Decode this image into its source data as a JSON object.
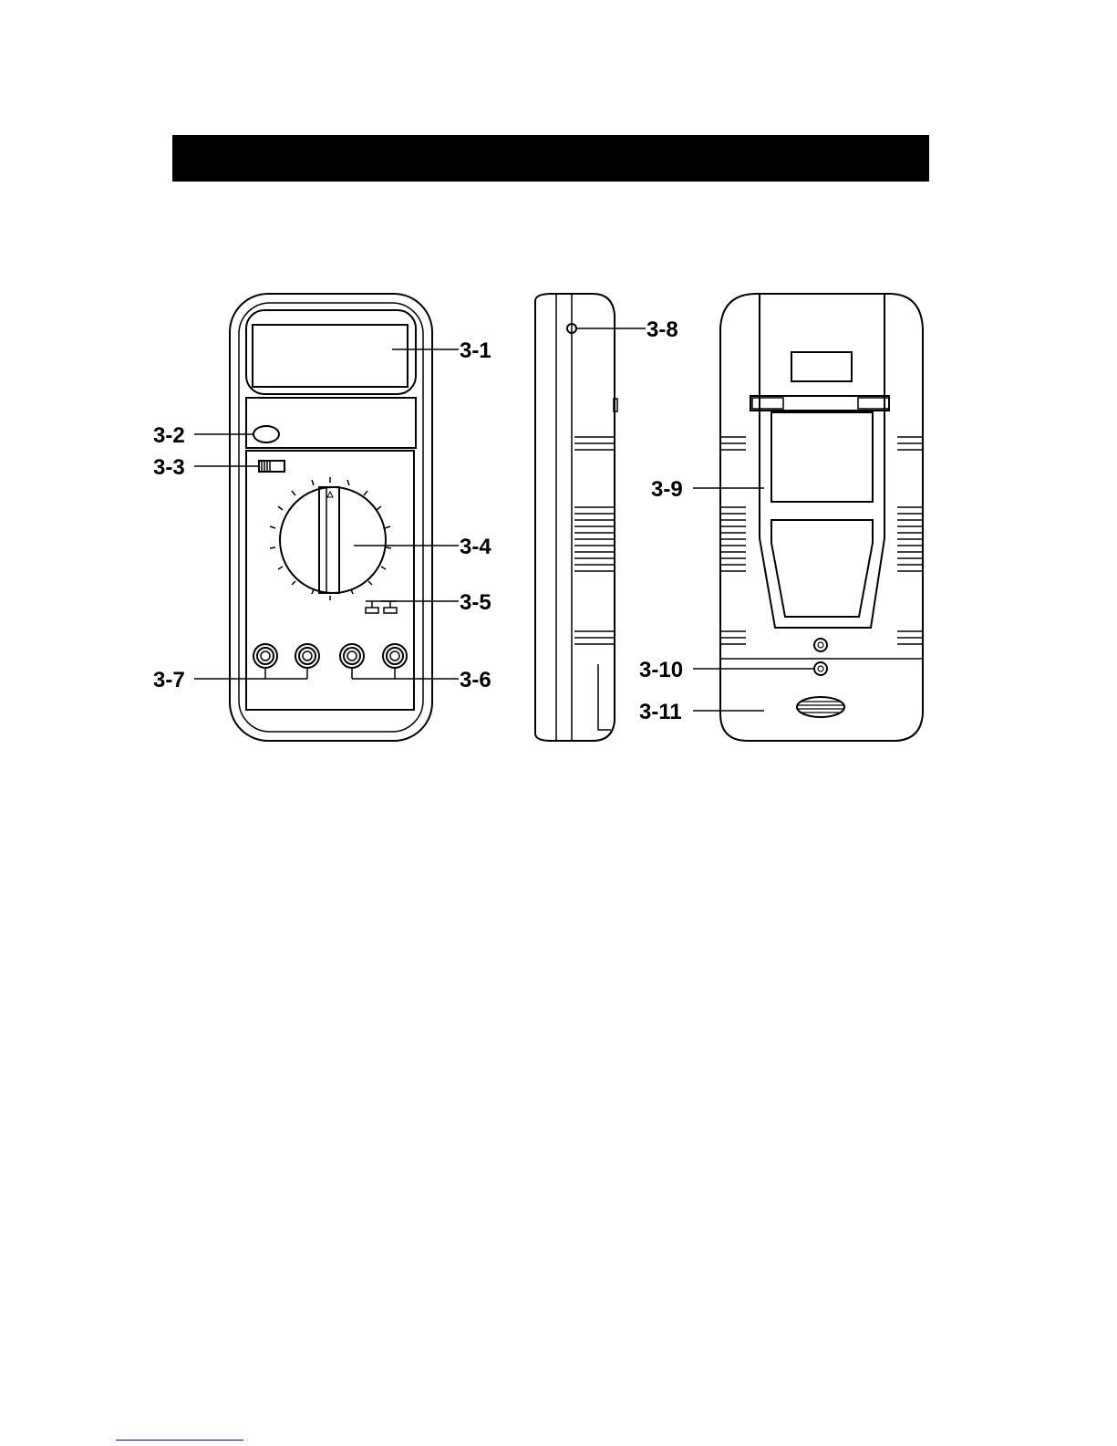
{
  "colors": {
    "ink": "#000000",
    "paper": "#ffffff",
    "footer_link": "#0000ff"
  },
  "front_view": {
    "icons": {
      "dial_mark": "delta-triangle-icon"
    },
    "callouts": {
      "display": "3-1",
      "button": "3-2",
      "slide_switch": "3-3",
      "rotary_switch": "3-4",
      "capacitor_socket": "3-5",
      "input_terminals_right": "3-6",
      "input_terminals_left": "3-7"
    }
  },
  "side_view": {
    "callouts": {
      "side_jack": "3-8"
    }
  },
  "back_view": {
    "callouts": {
      "stand": "3-9",
      "screw": "3-10",
      "battery_cover": "3-11"
    }
  }
}
